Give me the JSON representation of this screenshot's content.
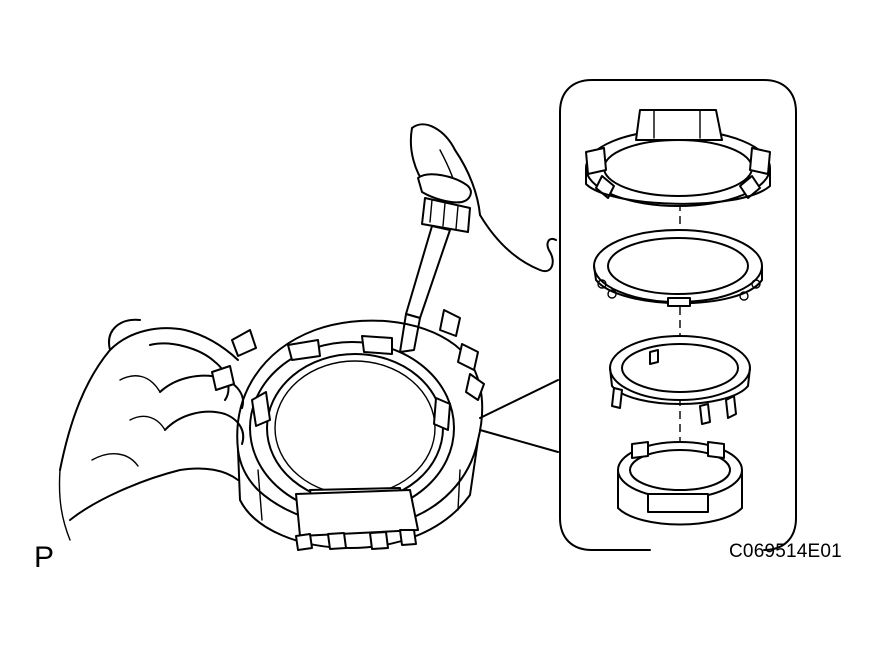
{
  "view_label": "P",
  "figure_code": "C069514E01",
  "colors": {
    "line": "#000000",
    "background": "#ffffff"
  },
  "parts": [
    "synchronizer-hub-sleeve",
    "shifting-key-ring",
    "key-spring",
    "synchronizer-cone-ring"
  ],
  "tool": "screwdriver-icon"
}
